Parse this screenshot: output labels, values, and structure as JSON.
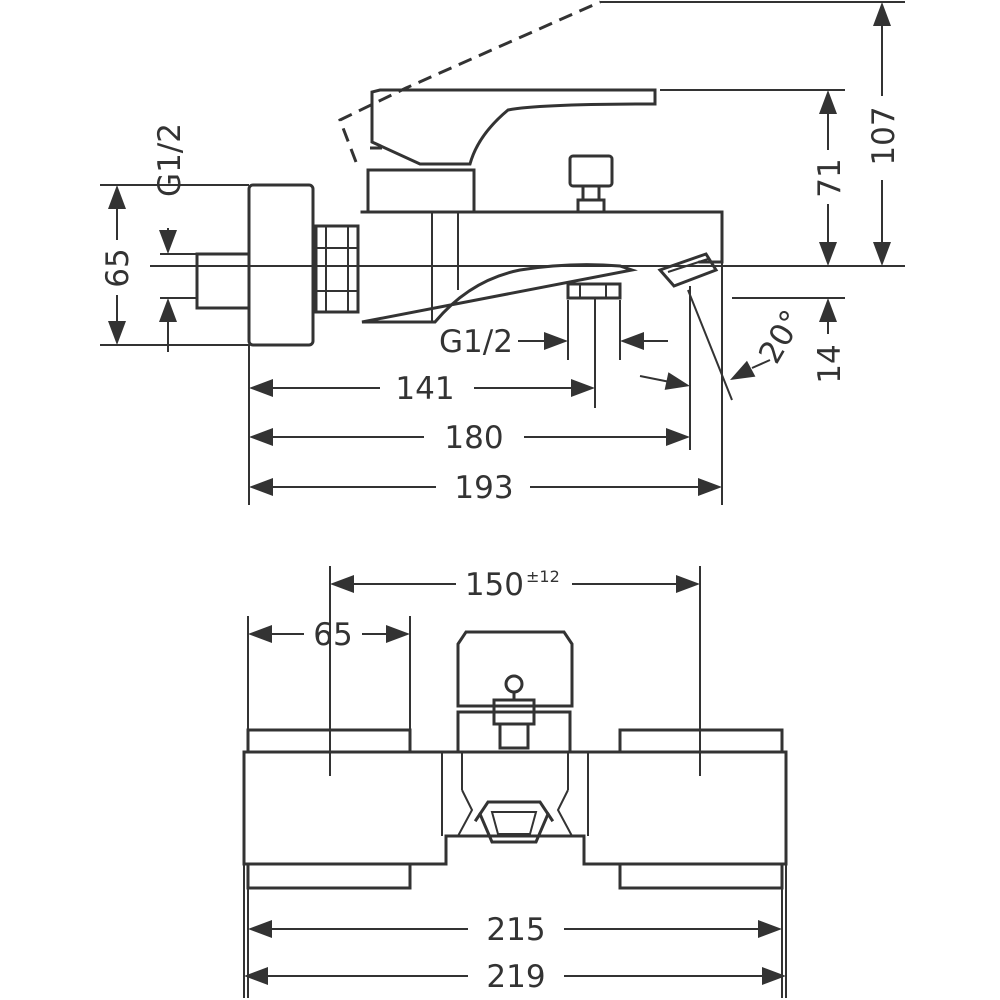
{
  "side_view": {
    "connection_thread_label": "G1/2",
    "wall_depth_label": "65",
    "outlet_thread_label": "G1/2",
    "angle_label": "20°",
    "dims": {
      "d141": "141",
      "d180": "180",
      "d193": "193",
      "d107": "107",
      "d71": "71",
      "d14": "14"
    }
  },
  "front_view": {
    "center_distance_value": "150",
    "center_distance_tolerance": "±12",
    "flange_width_label": "65",
    "dims": {
      "d215": "215",
      "d219": "219"
    }
  }
}
